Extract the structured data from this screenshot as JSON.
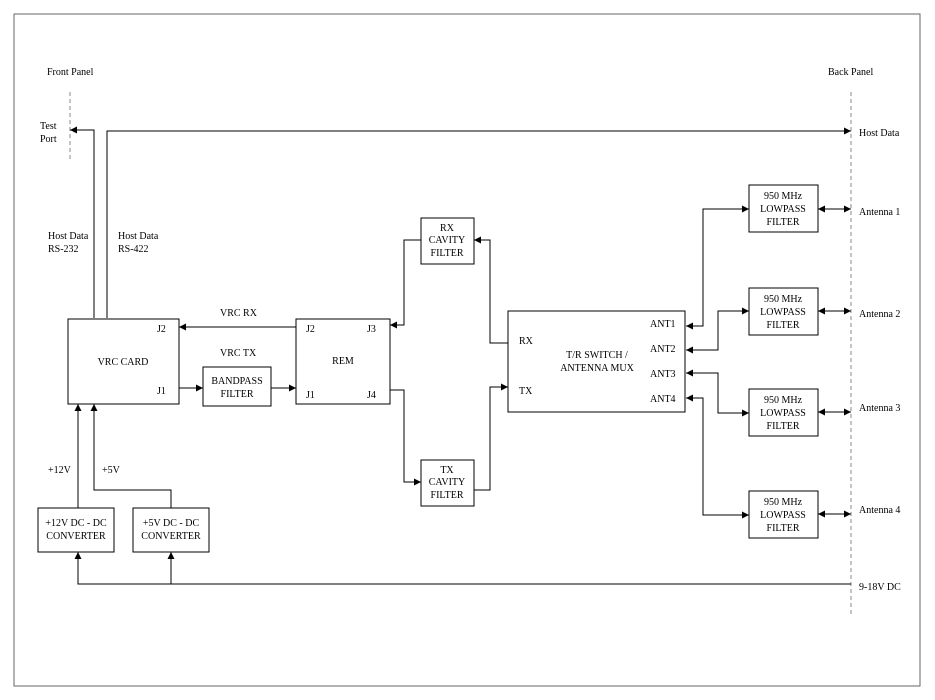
{
  "panels": {
    "front": "Front Panel",
    "back": "Back Panel"
  },
  "test_port": [
    "Test",
    "Port"
  ],
  "host_data_right": "Host Data",
  "host_data_232": [
    "Host Data",
    "RS-232"
  ],
  "host_data_422": [
    "Host Data",
    "RS-422"
  ],
  "vrc_card": {
    "name": "VRC CARD",
    "j1": "J1",
    "j2": "J2"
  },
  "vrc_rx": "VRC RX",
  "vrc_tx": "VRC TX",
  "bandpass": [
    "BANDPASS",
    "FILTER"
  ],
  "rem": {
    "name": "REM",
    "j1": "J1",
    "j2": "J2",
    "j3": "J3",
    "j4": "J4"
  },
  "rx_cavity": [
    "RX",
    "CAVITY",
    "FILTER"
  ],
  "tx_cavity": [
    "TX",
    "CAVITY",
    "FILTER"
  ],
  "tr_switch": {
    "lines": [
      "T/R SWITCH /",
      "ANTENNA MUX"
    ],
    "rx": "RX",
    "tx": "TX",
    "ant": [
      "ANT1",
      "ANT2",
      "ANT3",
      "ANT4"
    ]
  },
  "lowpass": [
    "950 MHz",
    "LOWPASS",
    "FILTER"
  ],
  "antennas": [
    "Antenna 1",
    "Antenna 2",
    "Antenna 3",
    "Antenna 4"
  ],
  "plus12v": "+12V",
  "plus5v": "+5V",
  "conv12": [
    "+12V DC - DC",
    "CONVERTER"
  ],
  "conv5": [
    "+5V DC - DC",
    "CONVERTER"
  ],
  "power_in": "9-18V DC"
}
